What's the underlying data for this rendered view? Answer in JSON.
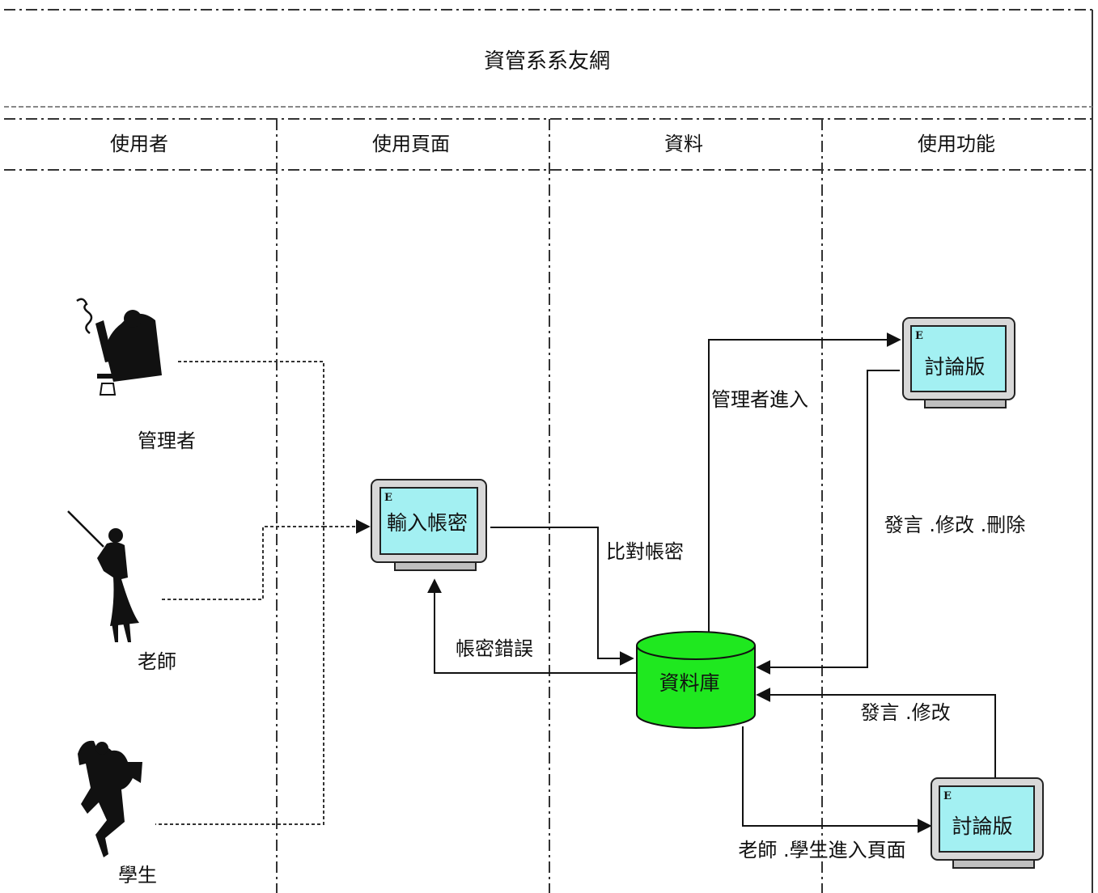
{
  "title": "資管系系友網",
  "lanes": [
    "使用者",
    "使用頁面",
    "資料",
    "使用功能"
  ],
  "actors": {
    "admin": "管理者",
    "teacher": "老師",
    "student": "學生"
  },
  "screens": {
    "login": "輸入帳密",
    "forum_admin": "討論版",
    "forum_user": "討論版"
  },
  "database": "資料庫",
  "edges": {
    "compare": "比對帳密",
    "error": "帳密錯誤",
    "admin_enter": "管理者進入",
    "admin_ops": "發言 .修改 .刪除",
    "user_ops": "發言 .修改",
    "user_enter": "老師 .學生進入頁面"
  },
  "colors": {
    "screen": "#a3f0f2",
    "database": "#1fe81f",
    "line": "#111111"
  }
}
